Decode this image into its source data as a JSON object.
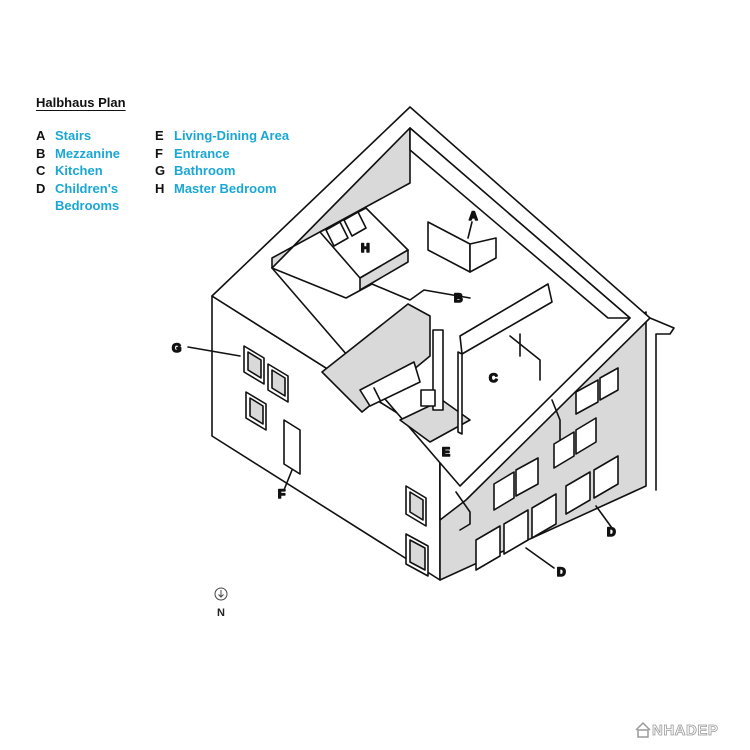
{
  "plan": {
    "title": "Halbhaus Plan",
    "legend_left": [
      {
        "letter": "A",
        "label": "Stairs"
      },
      {
        "letter": "B",
        "label": "Mezzanine"
      },
      {
        "letter": "C",
        "label": "Kitchen"
      },
      {
        "letter": "D",
        "label": "Children's Bedrooms"
      }
    ],
    "legend_right": [
      {
        "letter": "E",
        "label": "Living-Dining Area"
      },
      {
        "letter": "F",
        "label": "Entrance"
      },
      {
        "letter": "G",
        "label": "Bathroom"
      },
      {
        "letter": "H",
        "label": "Master Bedroom"
      }
    ]
  },
  "callouts": {
    "a": "A",
    "b": "B",
    "c": "C",
    "d1": "D",
    "d2": "D",
    "e": "E",
    "f": "F",
    "g": "G",
    "h": "H"
  },
  "compass": {
    "north": "N",
    "icon": "north-arrow-icon"
  },
  "watermark": {
    "text": "NHADEP"
  },
  "colors": {
    "legend_label": "#1aa7d6",
    "wall_shade": "#d9d9d9",
    "line": "#111111"
  }
}
